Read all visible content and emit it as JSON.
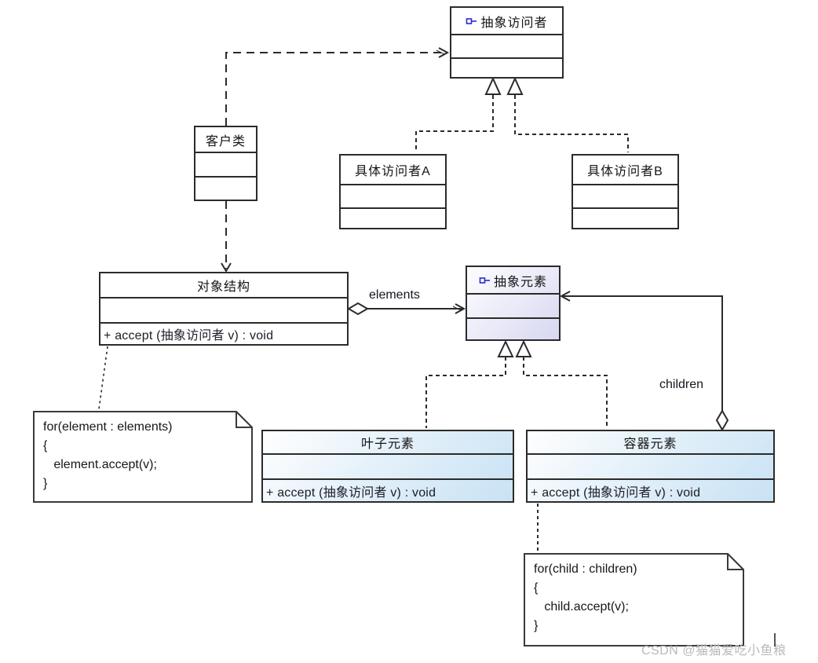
{
  "classes": {
    "abstract_visitor": {
      "name": "抽象访问者"
    },
    "client": {
      "name": "客户类"
    },
    "concrete_visitor_a": {
      "name": "具体访问者A"
    },
    "concrete_visitor_b": {
      "name": "具体访问者B"
    },
    "object_structure": {
      "name": "对象结构",
      "method": "+ accept (抽象访问者 v) : void"
    },
    "abstract_element": {
      "name": "抽象元素"
    },
    "leaf_element": {
      "name": "叶子元素",
      "method": "+ accept (抽象访问者 v) : void"
    },
    "container_element": {
      "name": "容器元素",
      "method": "+ accept (抽象访问者 v) : void"
    }
  },
  "notes": {
    "elements_loop": {
      "lines": [
        "for(element : elements)",
        "{",
        "   element.accept(v);",
        "}"
      ]
    },
    "children_loop": {
      "lines": [
        "for(child : children)",
        "{",
        "   child.accept(v);",
        "}"
      ]
    }
  },
  "labels": {
    "elements": "elements",
    "children": "children"
  },
  "watermark": "CSDN @猫猫爱吃小鱼粮",
  "colors": {
    "line": "#2b2b2b",
    "interface_icon_blue": "#2a2ad0",
    "element_fill_lavender": "#d7d7f0",
    "element_fill_blue": "#c9e2f4",
    "watermark_gray": "#b9b9b9"
  }
}
